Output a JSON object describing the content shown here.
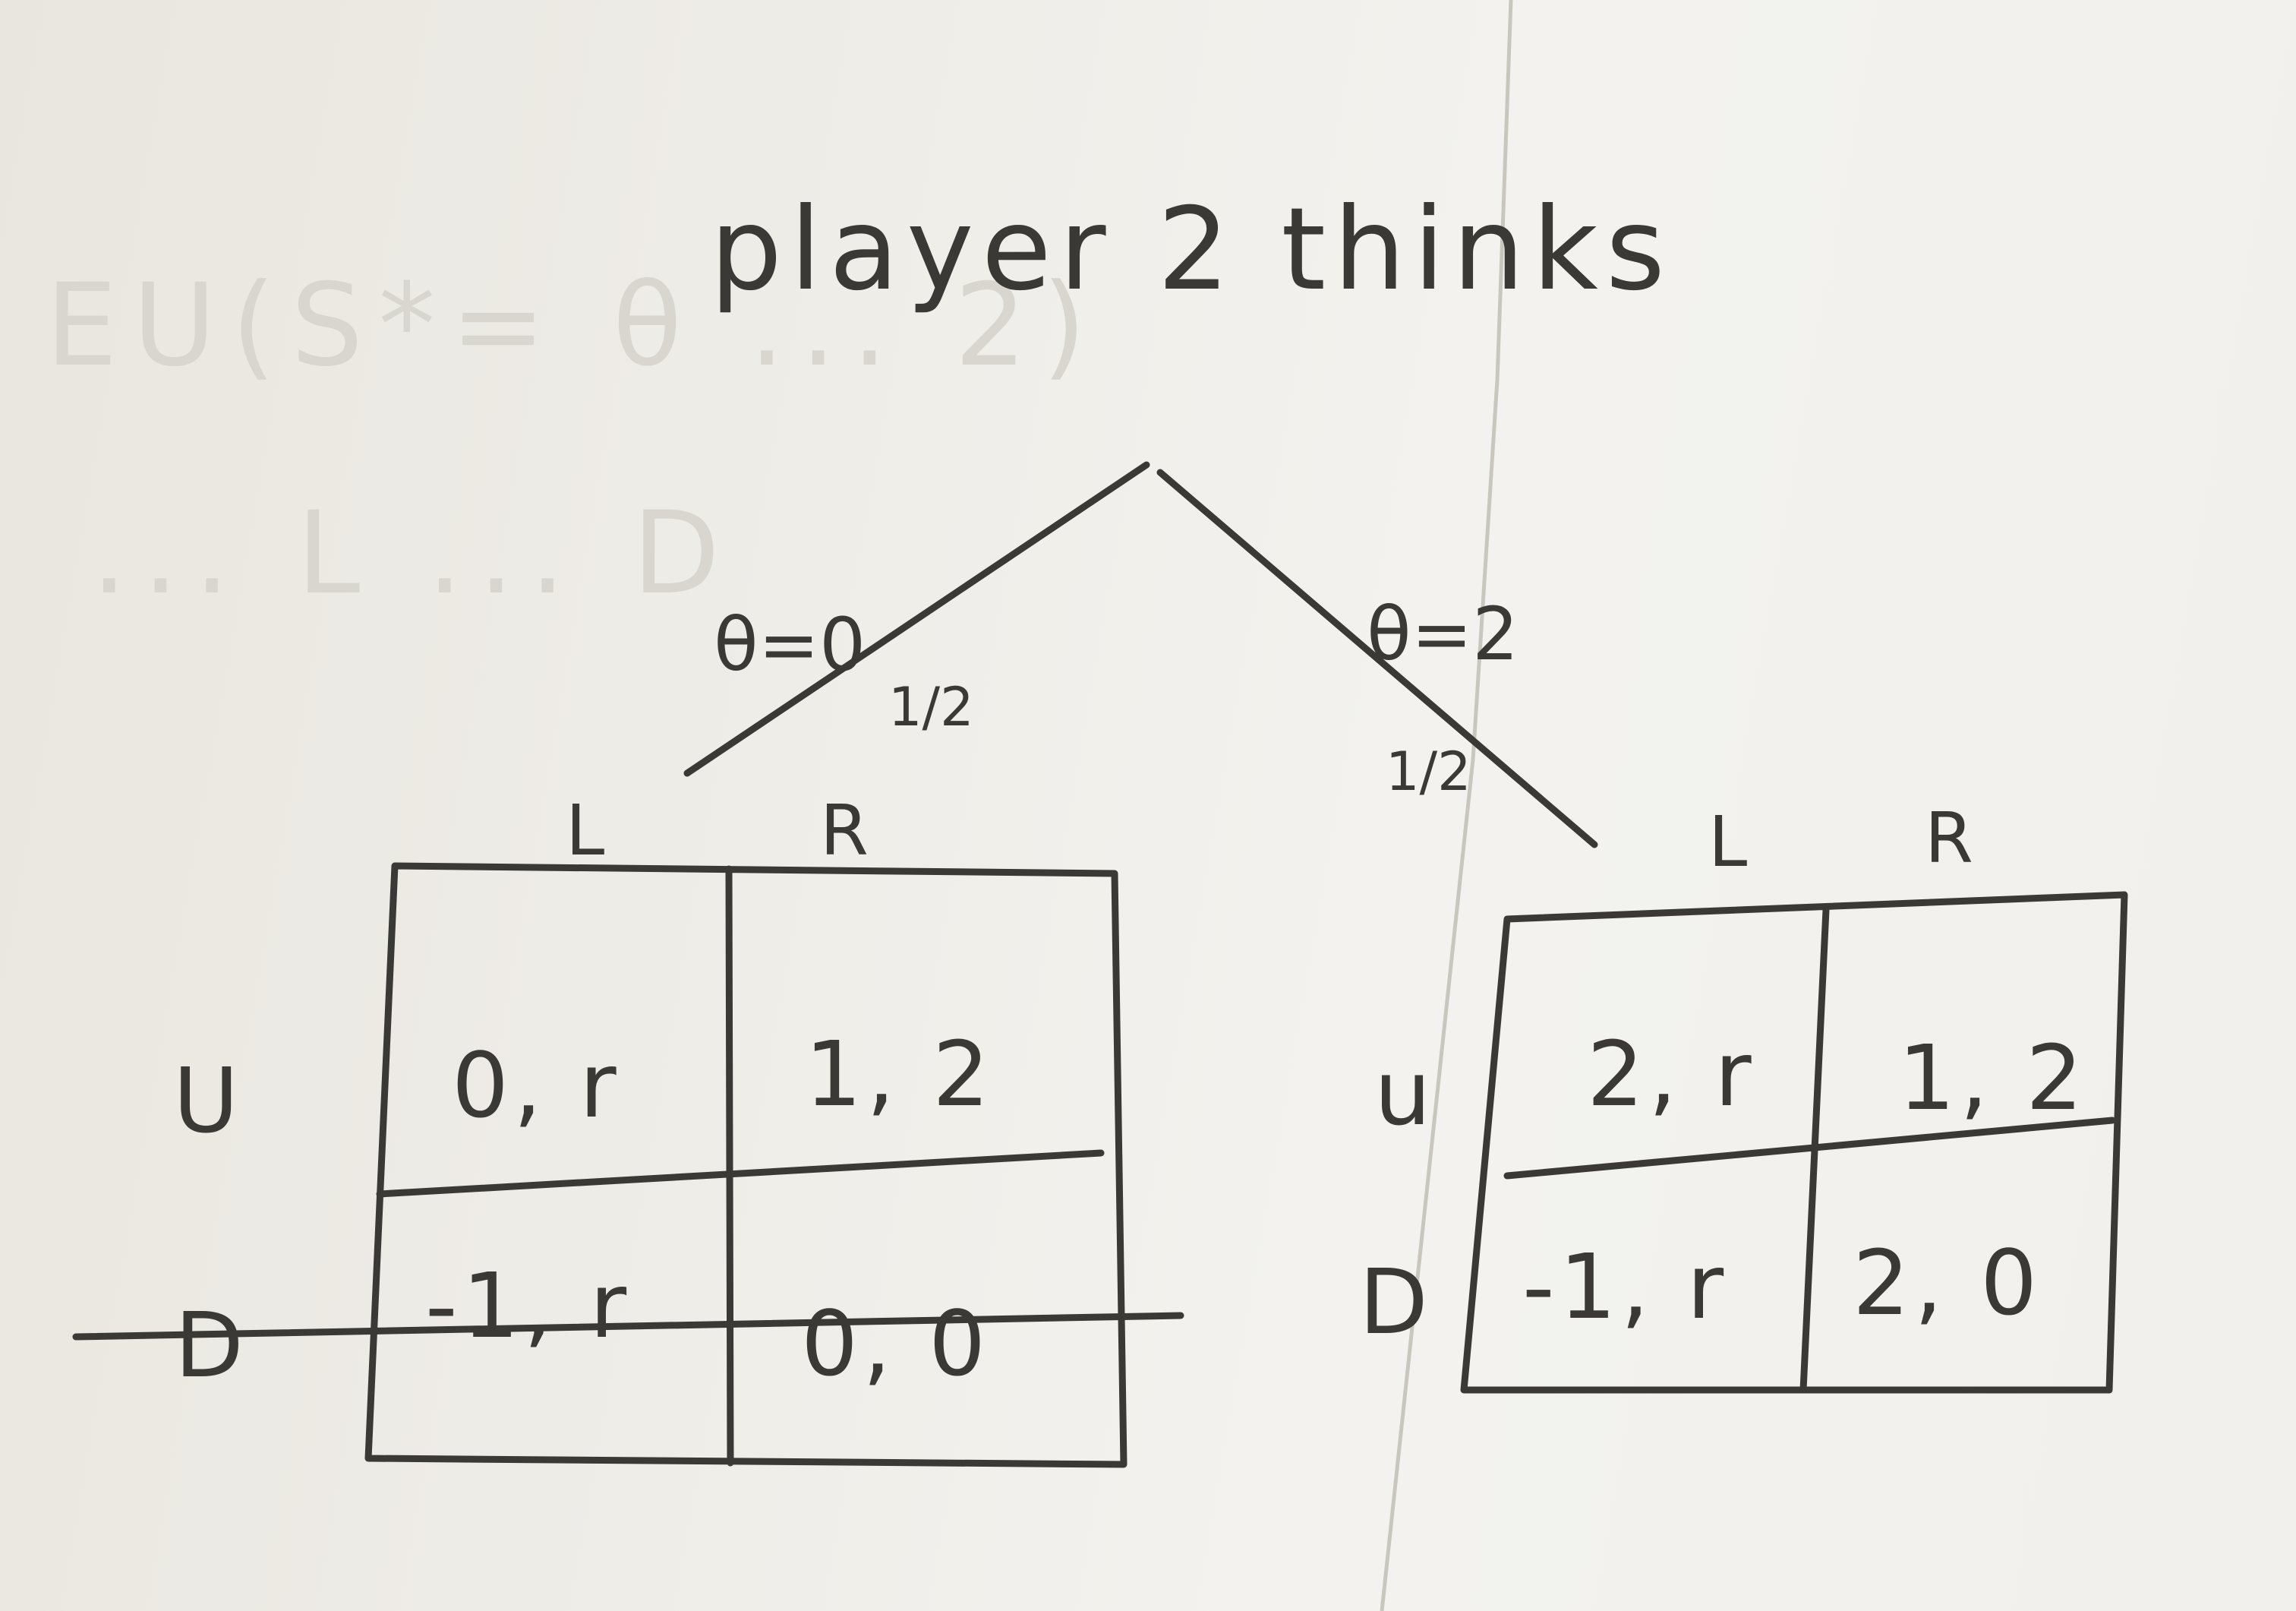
{
  "title": "player 2  thinks",
  "tree": {
    "left_branch": {
      "theta": "θ=0",
      "prob": "1/2"
    },
    "right_branch": {
      "theta": "θ=2",
      "prob": "1/2"
    }
  },
  "left_game": {
    "cols": [
      "L",
      "R"
    ],
    "rows": [
      "U",
      "D"
    ],
    "cells": [
      [
        "0, r",
        "1, 2"
      ],
      [
        "-1, r",
        "0, 0"
      ]
    ],
    "row_D_crossed_out": true
  },
  "right_game": {
    "cols": [
      "L",
      "R"
    ],
    "rows": [
      "u",
      "D"
    ],
    "cells": [
      [
        "2, r",
        "1, 2"
      ],
      [
        "-1, r",
        "2, 0"
      ]
    ]
  }
}
